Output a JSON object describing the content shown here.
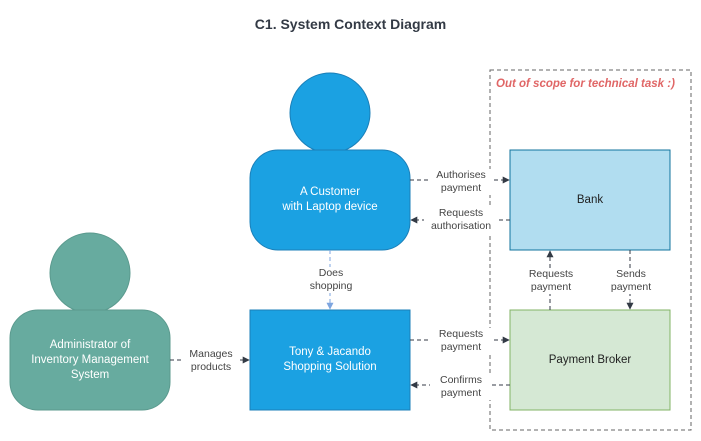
{
  "diagram": {
    "title": "C1. System Context Diagram",
    "scope_note": "Out of scope for technical task :)",
    "nodes": {
      "customer": "A Customer\nwith Laptop device",
      "admin": "Administrator of\nInventory Management\nSystem",
      "shopping": "Tony & Jacando\nShopping Solution",
      "bank": "Bank",
      "broker": "Payment Broker"
    },
    "edges": {
      "authorises": "Authorises\npayment",
      "requests_auth": "Requests\nauthorisation",
      "does_shopping": "Does\nshopping",
      "manages": "Manages\nproducts",
      "requests_payment_sb": "Requests\npayment",
      "confirms": "Confirms\npayment",
      "requests_payment_bb": "Requests\npayment",
      "sends": "Sends\npayment"
    },
    "colors": {
      "person_blue": "#1ba1e2",
      "person_teal": "#67ab9f",
      "system_blue": "#1ba1e2",
      "bank_fill": "#b1ddf0",
      "broker_fill": "#d5e8d4",
      "scope_text": "#e06666"
    }
  }
}
